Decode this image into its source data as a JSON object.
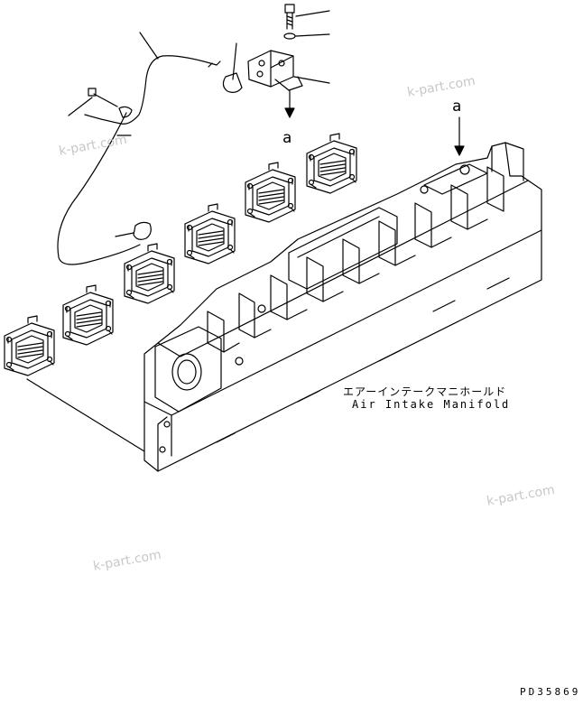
{
  "labels": {
    "ref_top": "a",
    "ref_right": "a",
    "part_name_jp": "エアーインテークマニホールド",
    "part_name_en": "Air Intake Manifold",
    "drawing_code": "PD35869"
  },
  "watermarks": [
    "k-part.com",
    "k-part.com",
    "k-part.com",
    "k-part.com"
  ],
  "colors": {
    "line": "#000000",
    "watermark": "#c8c8c8",
    "background": "#ffffff"
  }
}
